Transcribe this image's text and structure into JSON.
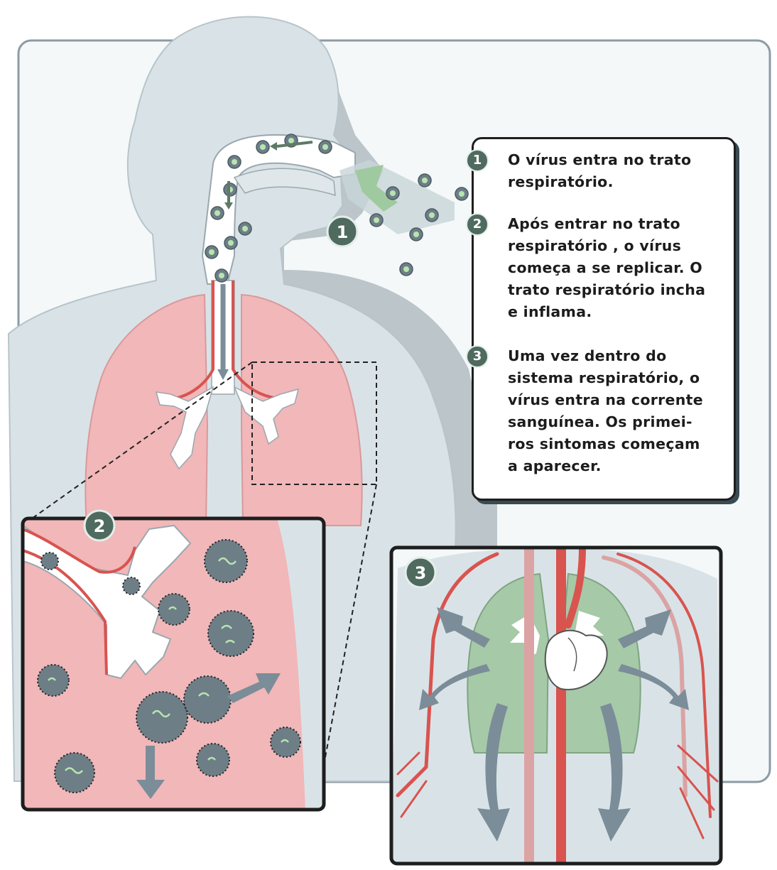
{
  "badges": {
    "inhale": "1",
    "lung_zoom": "2",
    "circulation": "3"
  },
  "legend": {
    "steps": [
      {
        "number": "1",
        "text": "O vírus entra no trato\nrespiratório."
      },
      {
        "number": "2",
        "text": "Após entrar no trato\nrespiratório , o vírus\ncomeça a se replicar. O\ntrato respiratório incha\ne inflama."
      },
      {
        "number": "3",
        "text": "Uma vez dentro do\nsistema respiratório, o\nvírus entra na corrente\nsanguínea. Os primei-\nros sintomas começam\na aparecer."
      }
    ]
  },
  "colors": {
    "body": "#d9e3e7",
    "body_shadow": "#8d9ba4",
    "lung": "#f1b7b9",
    "artery": "#d9534f",
    "virus": "#6d7e86",
    "virus_core": "#b8e4b0",
    "green_lung": "#a6c9a8",
    "badge": "#4f6a5e",
    "arrow": "#7b8d98"
  },
  "icons": {
    "virus": "virus-particle-icon",
    "arrow": "spread-arrow-icon",
    "heart": "heart-icon"
  }
}
